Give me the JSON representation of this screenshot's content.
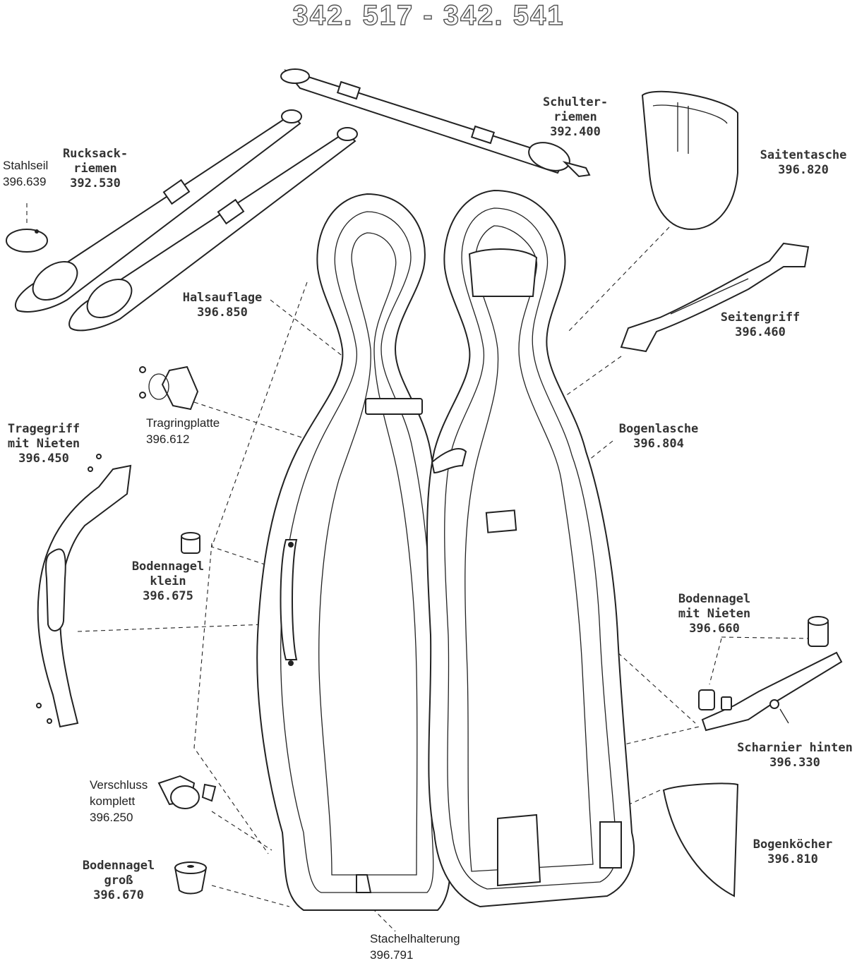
{
  "title": "342. 517  -  342. 541",
  "labels": {
    "stahlseil": {
      "name": "Stahlseil",
      "code": "396.639"
    },
    "rucksackriemen": {
      "line1": "Rucksack-",
      "line2": "riemen",
      "code": "392.530"
    },
    "schulterriemen": {
      "line1": "Schulter-",
      "line2": "riemen",
      "code": "392.400"
    },
    "saitentasche": {
      "name": "Saitentasche",
      "code": "396.820"
    },
    "halsauflage": {
      "name": "Halsauflage",
      "code": "396.850"
    },
    "seitengriff": {
      "name": "Seitengriff",
      "code": "396.460"
    },
    "tragringplatte": {
      "name": "Tragringplatte",
      "code": "396.612"
    },
    "tragegriff": {
      "line1": "Tragegriff",
      "line2": "mit Nieten",
      "code": "396.450"
    },
    "bogenlasche": {
      "name": "Bogenlasche",
      "code": "396.804"
    },
    "bodennagel_klein": {
      "line1": "Bodennagel",
      "line2": "klein",
      "code": "396.675"
    },
    "bodennagel_nieten": {
      "line1": "Bodennagel",
      "line2": "mit Nieten",
      "code": "396.660"
    },
    "scharnier": {
      "name": "Scharnier hinten",
      "code": "396.330"
    },
    "verschluss": {
      "line1": "Verschluss",
      "line2": "komplett",
      "code": "396.250"
    },
    "bogenkoecher": {
      "name": "Bogenköcher",
      "code": "396.810"
    },
    "bodennagel_gross": {
      "line1": "Bodennagel",
      "line2": "groß",
      "code": "396.670"
    },
    "stachelhalterung": {
      "name": "Stachelhalterung",
      "code": "396.791"
    }
  }
}
